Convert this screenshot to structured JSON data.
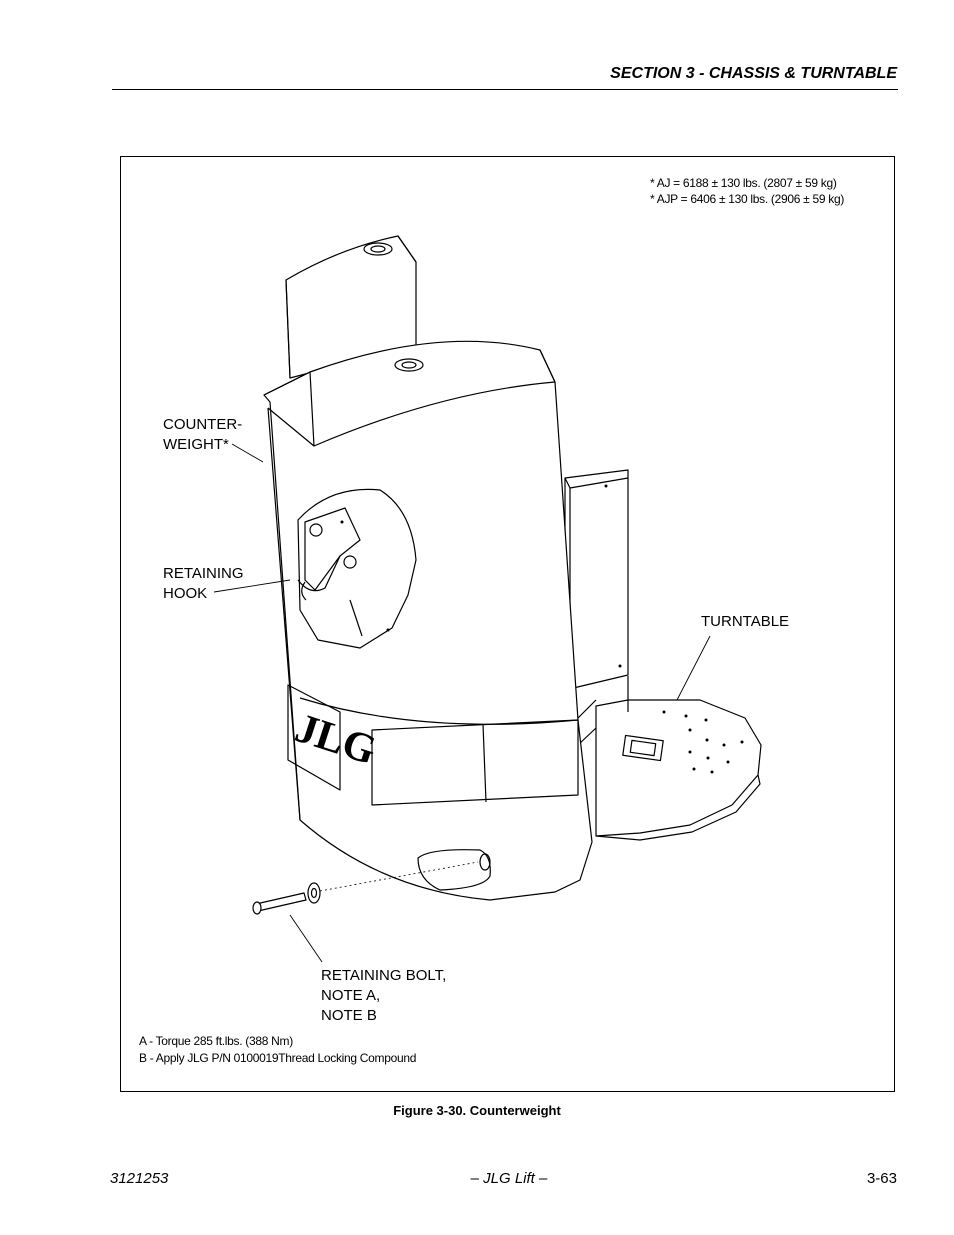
{
  "header": {
    "section_title": "SECTION 3 - CHASSIS & TURNTABLE"
  },
  "figure": {
    "weights": [
      "* AJ = 6188 ± 130 lbs. (2807 ± 59 kg)",
      "* AJP = 6406 ± 130 lbs. (2906 ± 59 kg)"
    ],
    "labels": {
      "counterweight": [
        "COUNTER-",
        "WEIGHT*"
      ],
      "retaining_hook": [
        "RETAINING",
        "HOOK"
      ],
      "turntable": "TURNTABLE",
      "retaining_bolt": [
        "RETAINING BOLT,",
        "NOTE A,",
        "NOTE B"
      ]
    },
    "logo_text": "JLG",
    "notes": [
      "A - Torque 285 ft.lbs. (388 Nm)",
      "B - Apply JLG P/N 0100019Thread Locking Compound"
    ],
    "caption": "Figure 3-30.  Counterweight"
  },
  "footer": {
    "doc_number": "3121253",
    "center": "– JLG Lift –",
    "page": "3-63"
  }
}
